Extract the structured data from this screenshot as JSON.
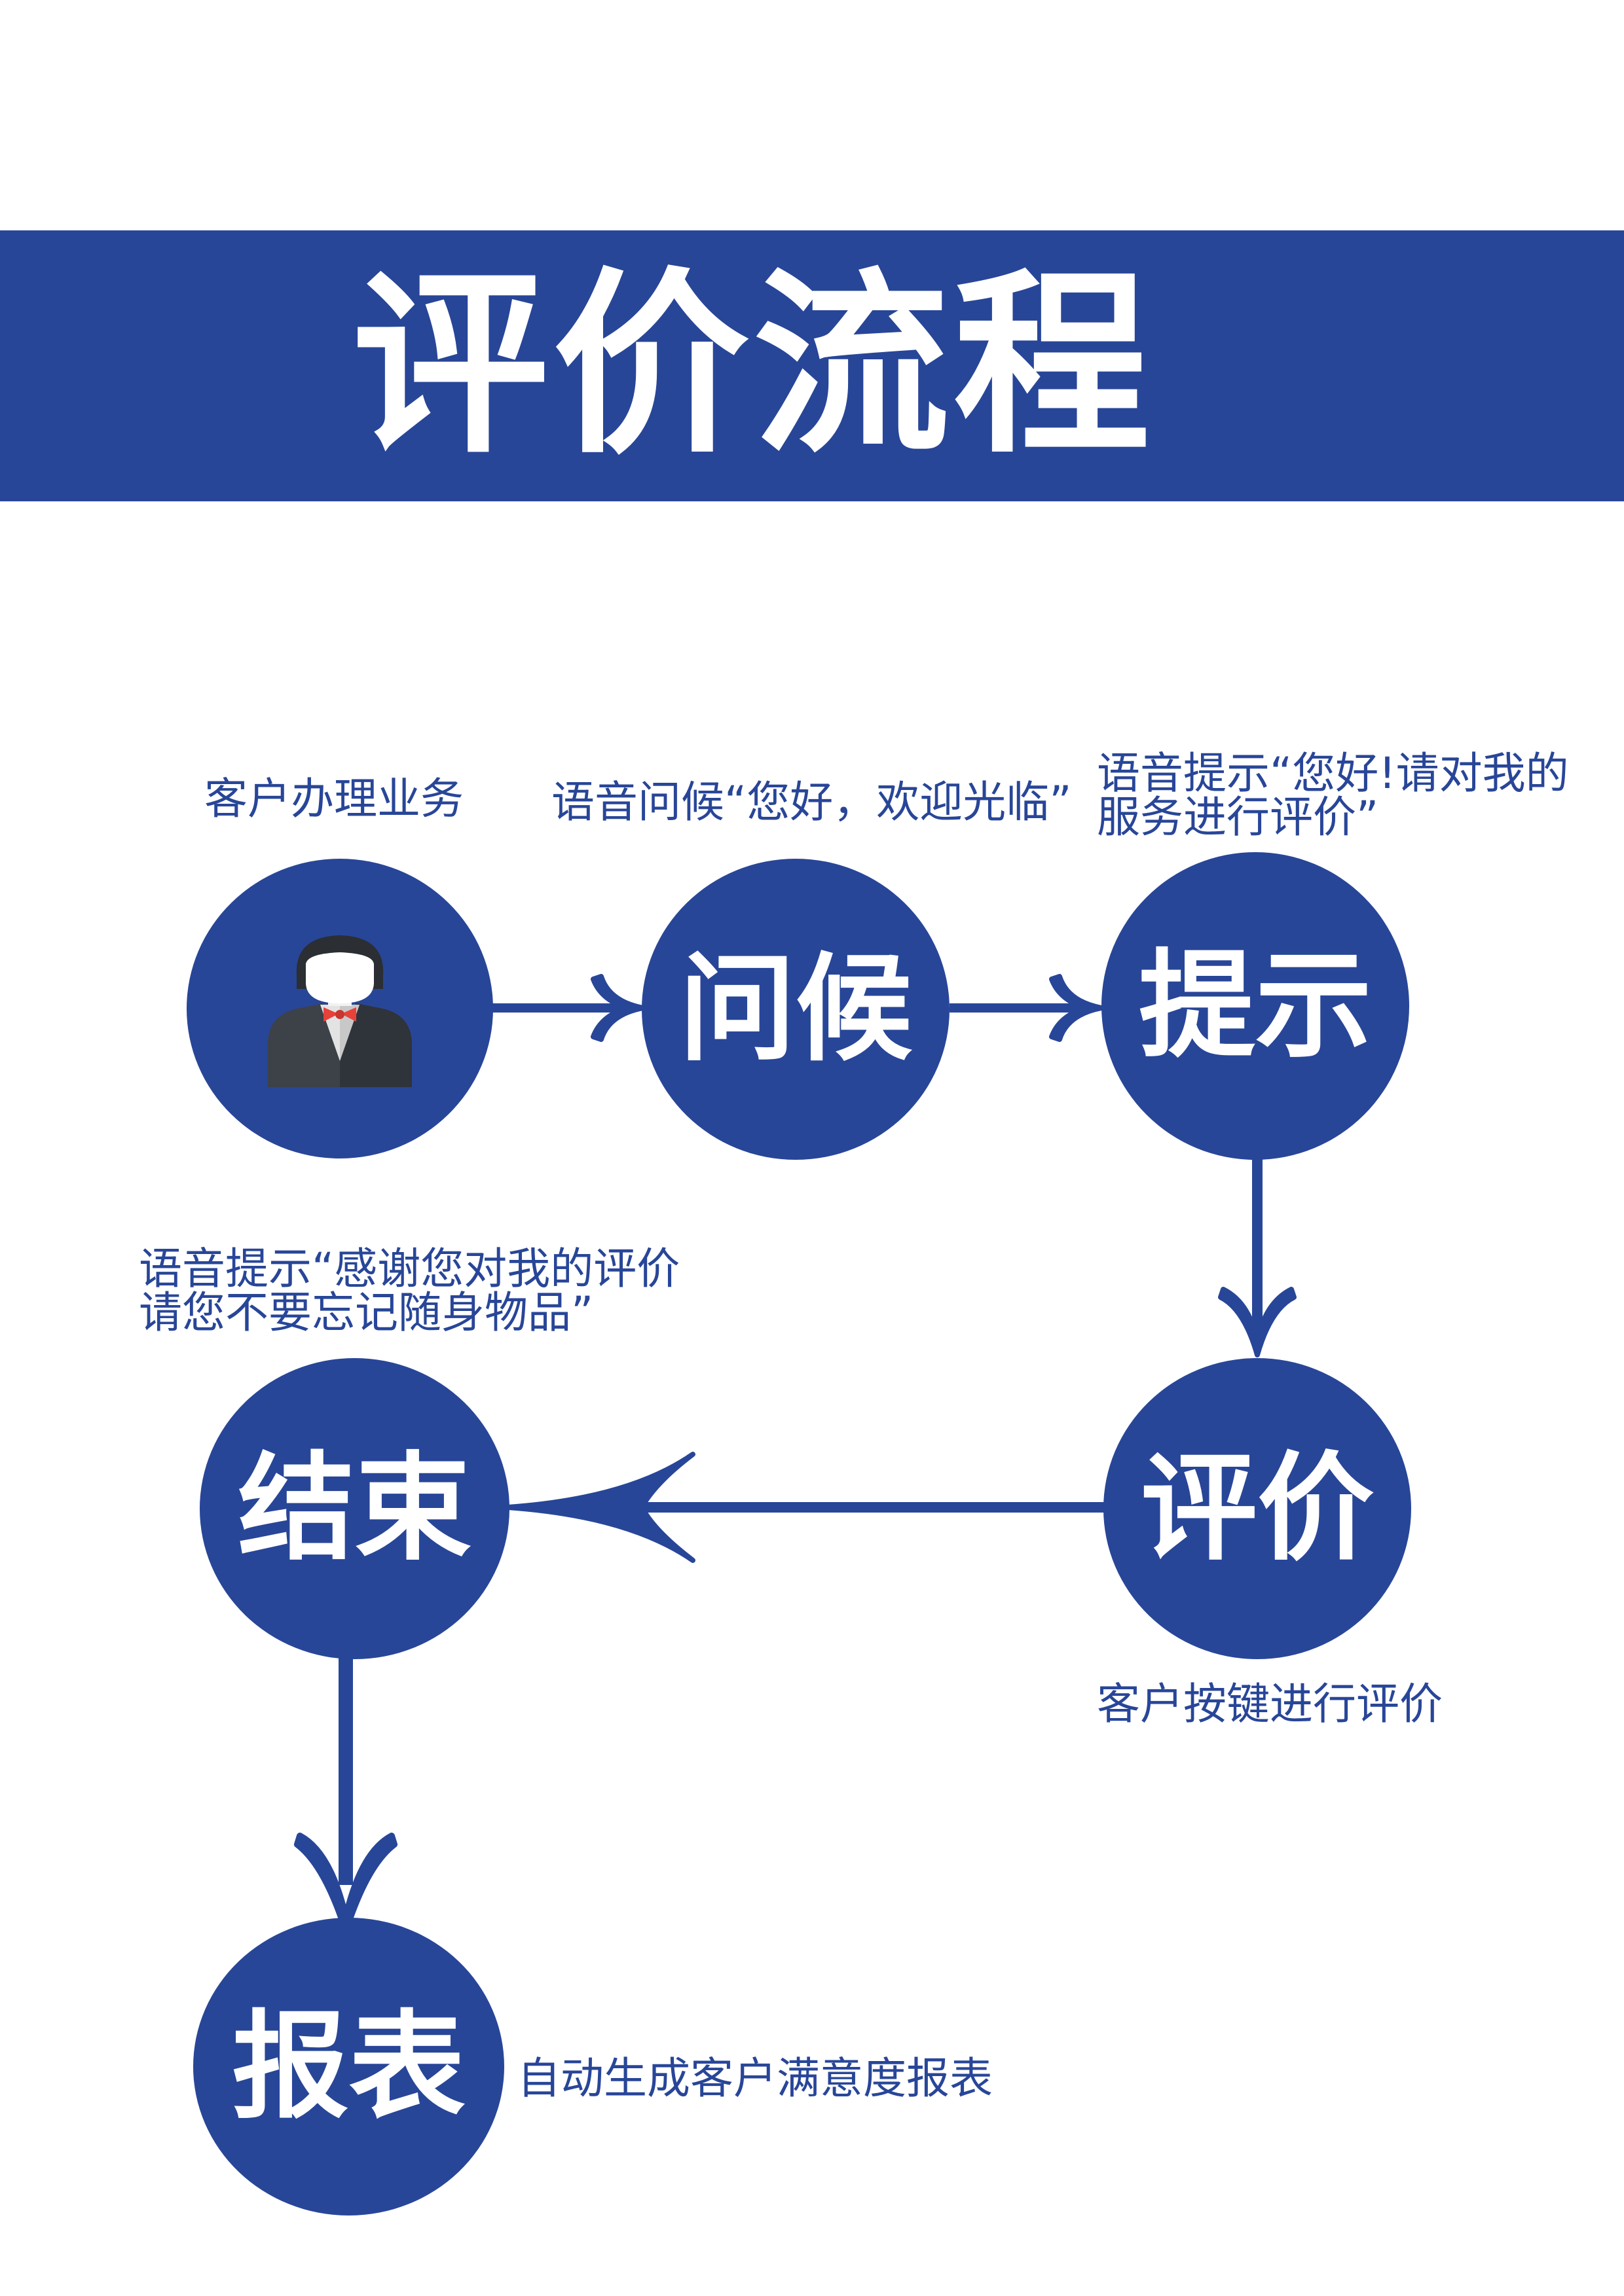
{
  "title": "评价流程",
  "colors": {
    "primary": "#284698",
    "background": "#ffffff",
    "bowtie": "#e8413a",
    "suit": "#3d4148"
  },
  "steps": [
    {
      "id": "customer",
      "label": "",
      "icon": "businessman-icon",
      "caption_lines": [
        "客户办理业务"
      ]
    },
    {
      "id": "greeting",
      "label": "问候",
      "caption_lines": [
        "语音问候“您好，欢迎光临”"
      ]
    },
    {
      "id": "prompt",
      "label": "提示",
      "caption_lines": [
        "语音提示“您好!请对我的",
        "服务进行评价”"
      ]
    },
    {
      "id": "evaluate",
      "label": "评价",
      "caption_lines": [
        "客户按键进行评价"
      ]
    },
    {
      "id": "end",
      "label": "结束",
      "caption_lines": [
        "语音提示“感谢您对我的评价",
        "请您不要忘记随身物品”"
      ]
    },
    {
      "id": "report",
      "label": "报表",
      "caption_lines": [
        "自动生成客户满意度报表"
      ]
    }
  ]
}
